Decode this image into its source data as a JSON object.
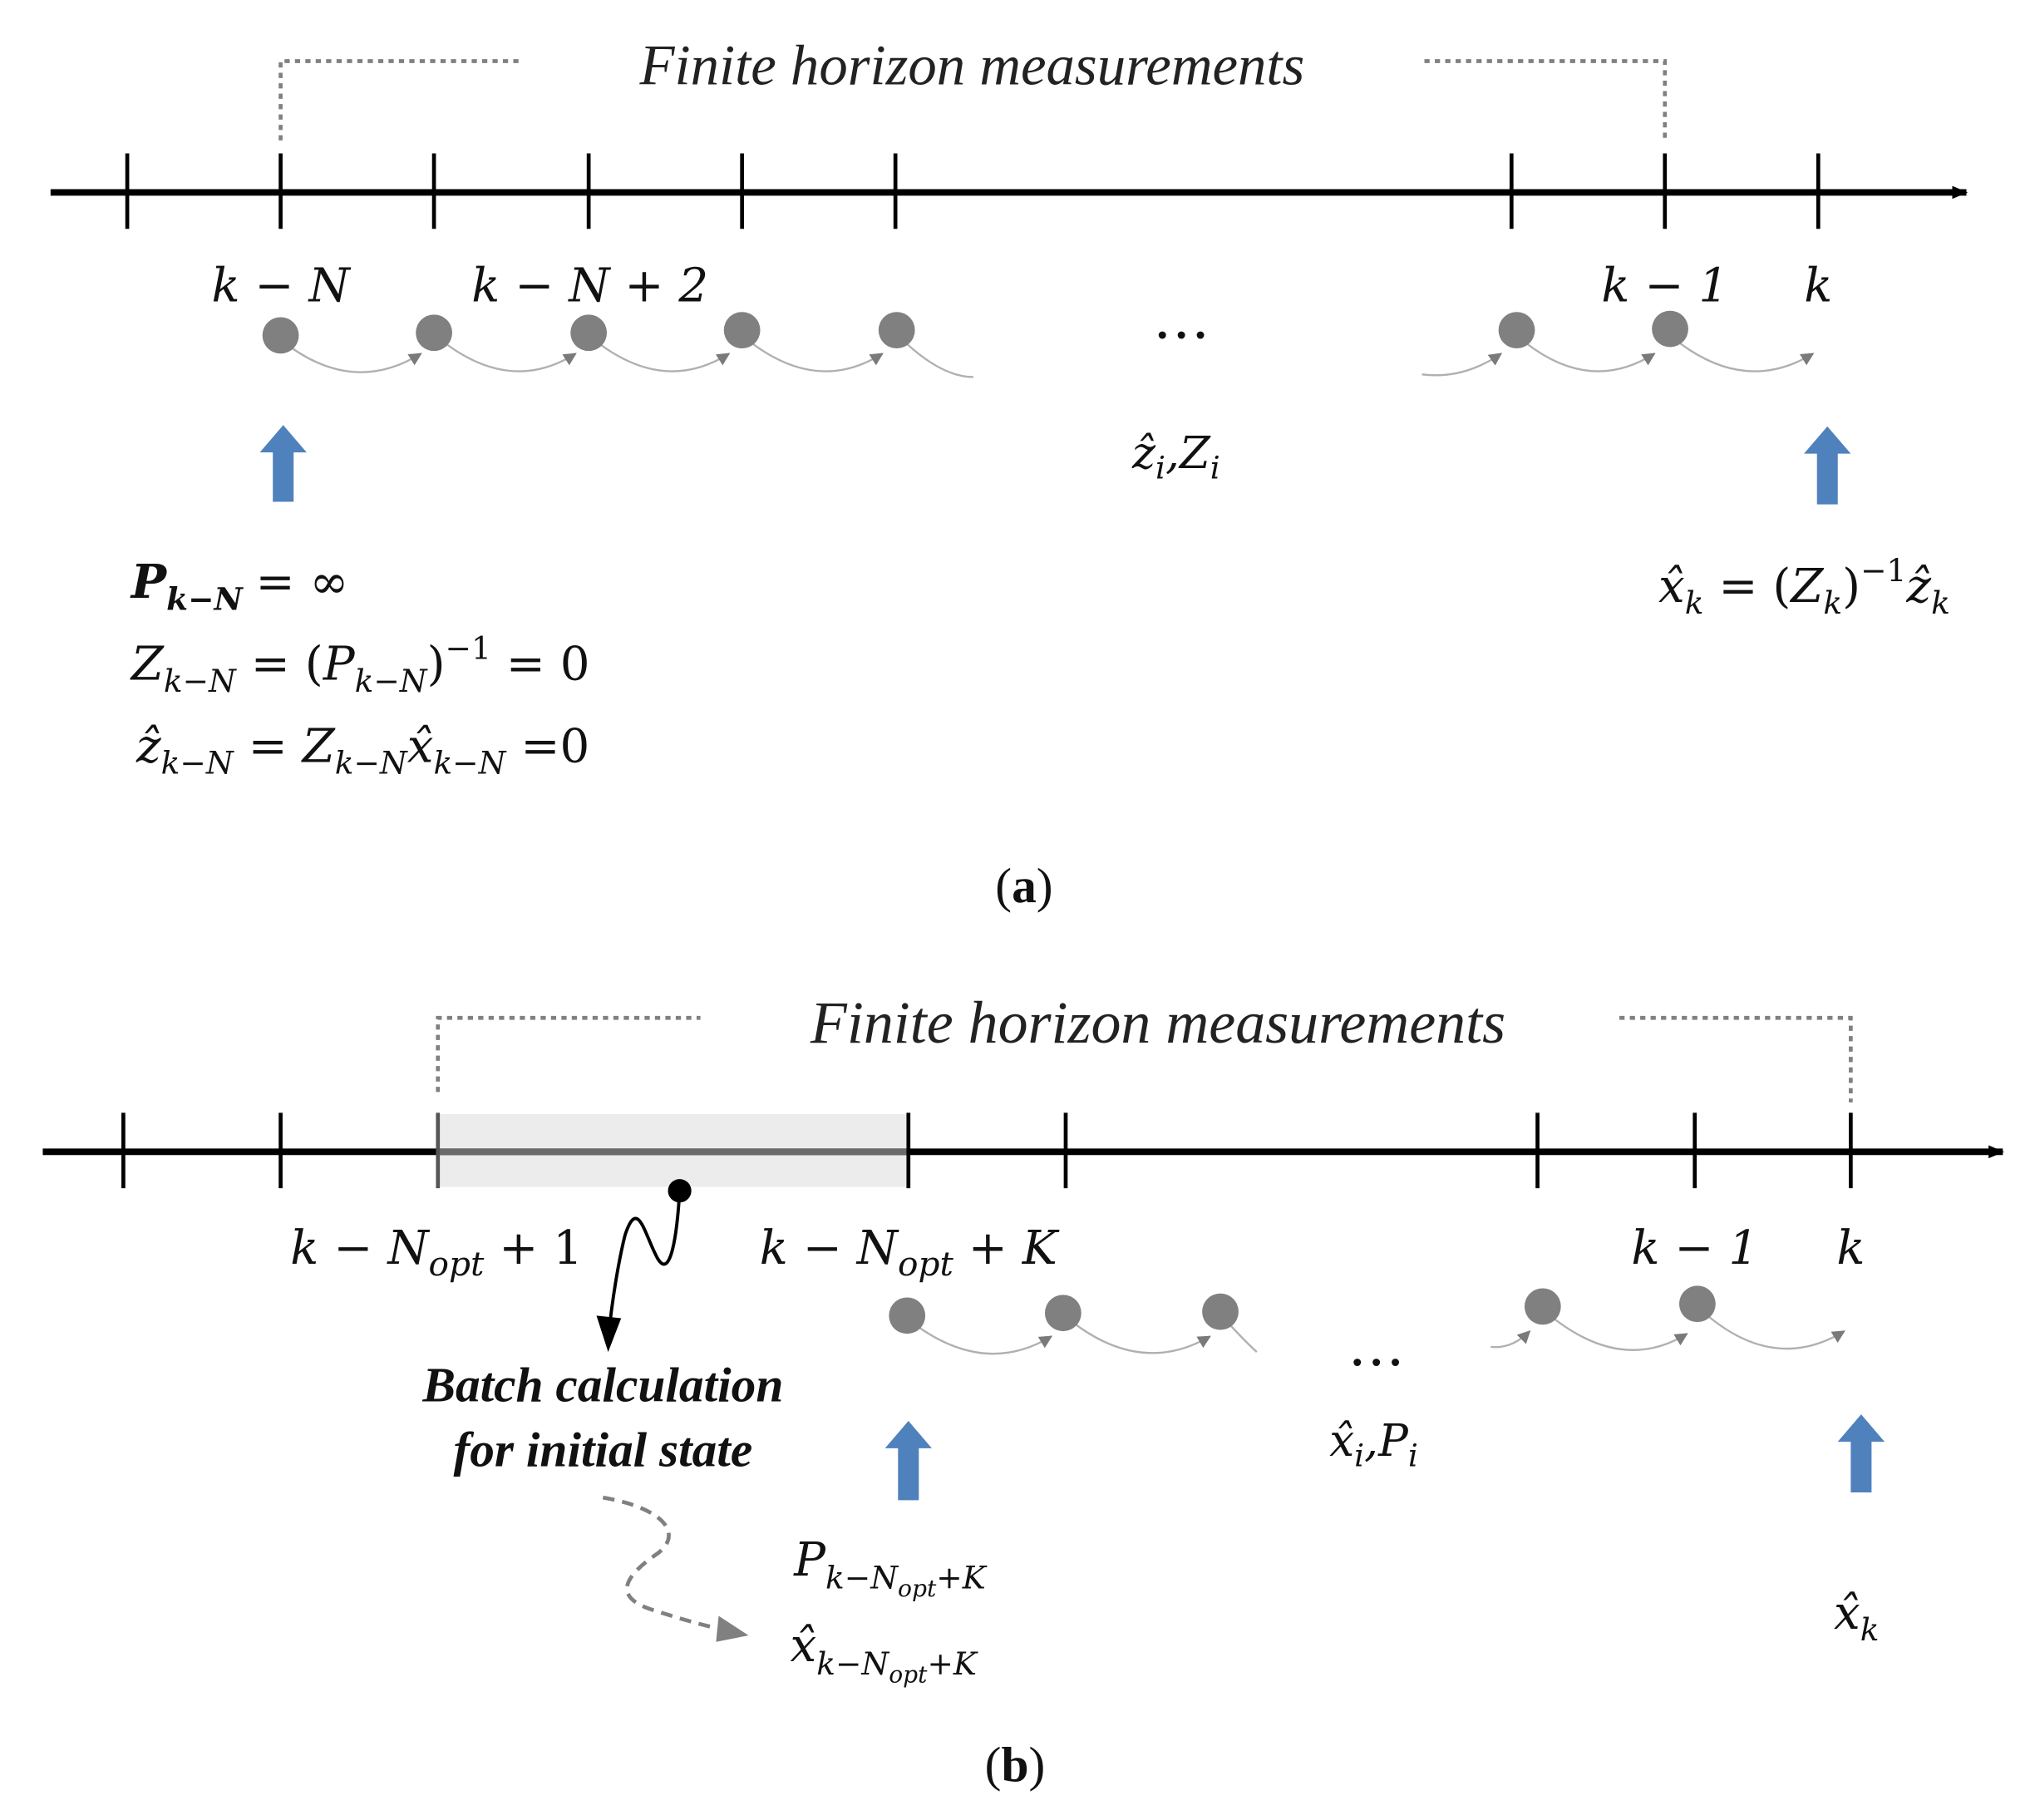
{
  "panel_a": {
    "title": "Finite horizon measurements",
    "tick_labels": {
      "k_minus_N": "k − N",
      "k_minus_N_plus_2": "k − N + 2",
      "k_minus_1": "k − 1",
      "k": "k"
    },
    "ellipsis": "…",
    "mid_var": {
      "z": "ẑ",
      "z_sub": "i",
      "sep": ",",
      "Z": "Z",
      "Z_sub": "i"
    },
    "init": {
      "line1": {
        "P": "P",
        "P_sub": "k−N",
        "eq": "= ∞"
      },
      "line2": {
        "Z": "Z",
        "Z_sub": "k−N",
        "eq1": " = (",
        "P": "P",
        "P_sub": "k−N",
        "close": ")",
        "sup": "−1",
        "eq2": " = 0"
      },
      "line3": {
        "z": "ẑ",
        "z_sub": "k−N",
        "eq1": " = ",
        "Z": "Z",
        "Z_sub": "k−N",
        "x": "x̂",
        "x_sub": "k−N",
        "eq2": " =0"
      }
    },
    "final": {
      "x": "x̂",
      "x_sub": "k",
      "eq": " = (",
      "Z": "Z",
      "Z_sub": "k",
      "close": ")",
      "sup": "−1",
      "z": "ẑ",
      "z_sub": "k"
    },
    "caption": {
      "open": "(",
      "letter": "a",
      "close": ")"
    }
  },
  "panel_b": {
    "title": "Finite horizon measurements",
    "tick_labels": {
      "start": {
        "pre": "k − N",
        "sub": "opt",
        "post": " + 1"
      },
      "end": {
        "pre": "k − N",
        "sub": "opt",
        "post": " + K"
      },
      "k_minus_1": "k − 1",
      "k": "k"
    },
    "batch_note": {
      "line1": "Batch calculation",
      "line2": "for initial state"
    },
    "ellipsis": "…",
    "mid_var": {
      "x": "x̂",
      "x_sub": "i",
      "sep": ",",
      "P": "P",
      "P_sub": "i"
    },
    "init": {
      "line1": {
        "P": "P",
        "P_sub": "k−N",
        "P_subsub": "opt",
        "P_sub2": "+K"
      },
      "line2": {
        "x": "x̂",
        "x_sub": "k−N",
        "x_subsub": "opt",
        "x_sub2": "+K"
      }
    },
    "final": {
      "x": "x̂",
      "x_sub": "k"
    },
    "caption": {
      "open": "(",
      "letter": "b",
      "close": ")"
    }
  },
  "colors": {
    "axis": "#000000",
    "node": "#808080",
    "link": "#b0b0b0",
    "bracket": "#808080",
    "blue_arrow": "#4f81bd",
    "shade": "#ececec"
  }
}
